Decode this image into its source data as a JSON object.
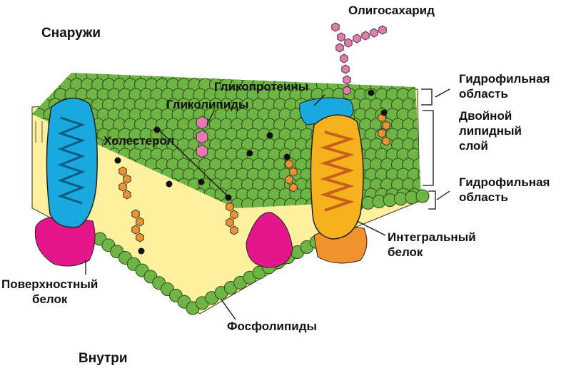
{
  "labels": {
    "outside": "Снаружи",
    "inside": "Внутри",
    "oligosaccharide": "Олигосахарид",
    "glycoproteins": "Гликопротеины",
    "glycolipids": "Гликолипиды",
    "cholesterol": "Холестерол",
    "hydrophilic_top_1": "Гидрофильная",
    "hydrophilic_top_2": "область",
    "bilayer_1": "Двойной",
    "bilayer_2": "липидный",
    "bilayer_3": "слой",
    "hydrophilic_bottom_1": "Гидрофильная",
    "hydrophilic_bottom_2": "область",
    "integral_1": "Интегральный",
    "integral_2": "белок",
    "surface_1": "Поверхностный",
    "surface_2": "белок",
    "phospholipids": "Фосфолипиды"
  },
  "colors": {
    "lipid_head": "#6fb545",
    "tail_region": "#fdf1a0",
    "surface_protein": "#e5168c",
    "channel_protein": "#1aa9de",
    "integral_protein": "#f5b21e",
    "glyco": "#e57ab0",
    "cholesterol": "#f0922e"
  }
}
